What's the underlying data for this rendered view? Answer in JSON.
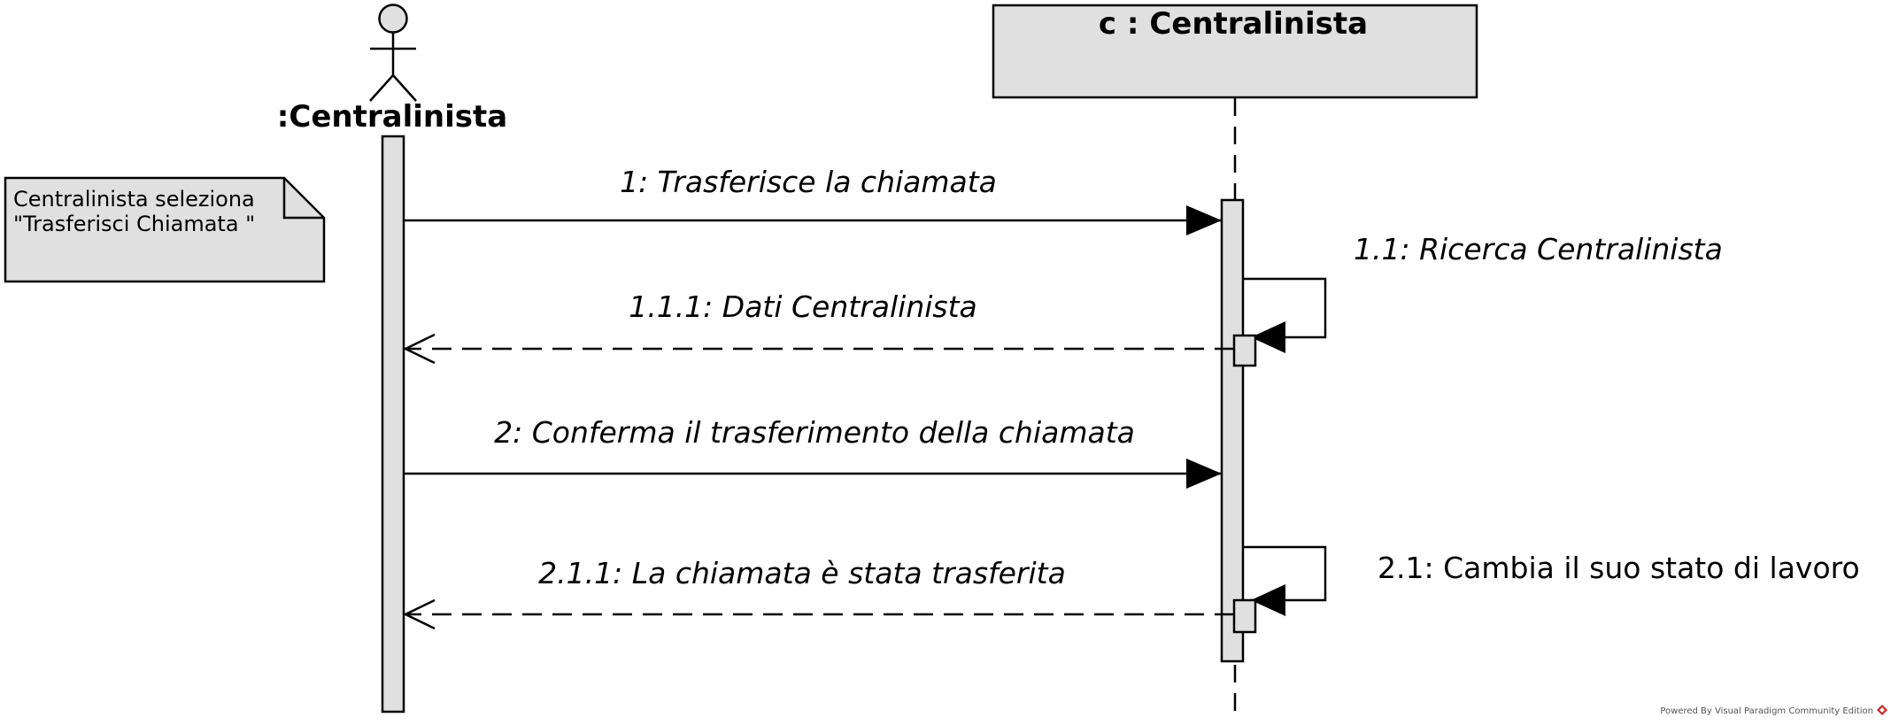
{
  "lifelines": {
    "actor": {
      "name": ":Centralinista"
    },
    "object": {
      "name": "c : Centralinista"
    }
  },
  "note": {
    "lines": [
      "Centralinista seleziona",
      "\"Trasferisci Chiamata \""
    ]
  },
  "messages": [
    {
      "id": "1",
      "label": "1: Trasferisce la chiamata",
      "kind": "sync"
    },
    {
      "id": "1.1",
      "label": "1.1: Ricerca Centralinista",
      "kind": "self"
    },
    {
      "id": "1.1.1",
      "label": "1.1.1: Dati Centralinista",
      "kind": "return"
    },
    {
      "id": "2",
      "label": "2: Conferma il trasferimento della chiamata",
      "kind": "sync"
    },
    {
      "id": "2.1",
      "label": "2.1: Cambia il suo stato di lavoro",
      "kind": "self"
    },
    {
      "id": "2.1.1",
      "label": "2.1.1: La chiamata è stata trasferita",
      "kind": "return"
    }
  ],
  "footer": {
    "text": "Powered By Visual Paradigm Community Edition"
  },
  "colors": {
    "fill": "#e0e0e0",
    "stroke": "#000000",
    "logo": "#cc2222"
  },
  "icons": {
    "actor": "stick-figure-icon",
    "logo": "visual-paradigm-logo-icon"
  }
}
